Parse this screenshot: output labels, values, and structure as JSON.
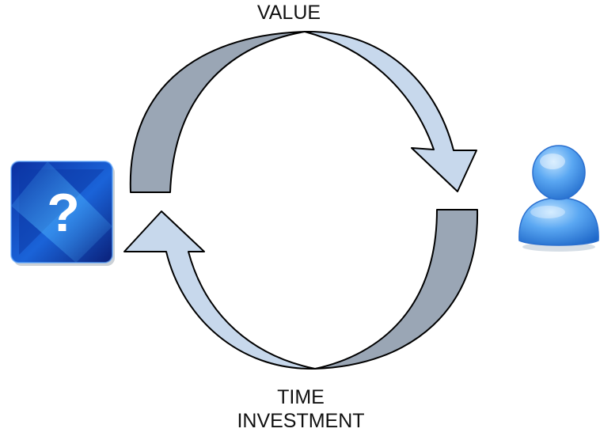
{
  "diagram": {
    "top_label": "VALUE",
    "bottom_label_line1": "TIME",
    "bottom_label_line2": "INVESTMENT",
    "left_icon": {
      "icon": "question-mark-icon",
      "glyph": "?"
    },
    "right_icon": {
      "icon": "user-icon"
    },
    "colors": {
      "arrow_light": "#c7d8ec",
      "arrow_dark": "#9aa6b5",
      "stroke": "#000000",
      "tile_dark": "#0a2a8a",
      "tile_light": "#3aa0f0",
      "user_blue": "#3b8ee8"
    }
  }
}
